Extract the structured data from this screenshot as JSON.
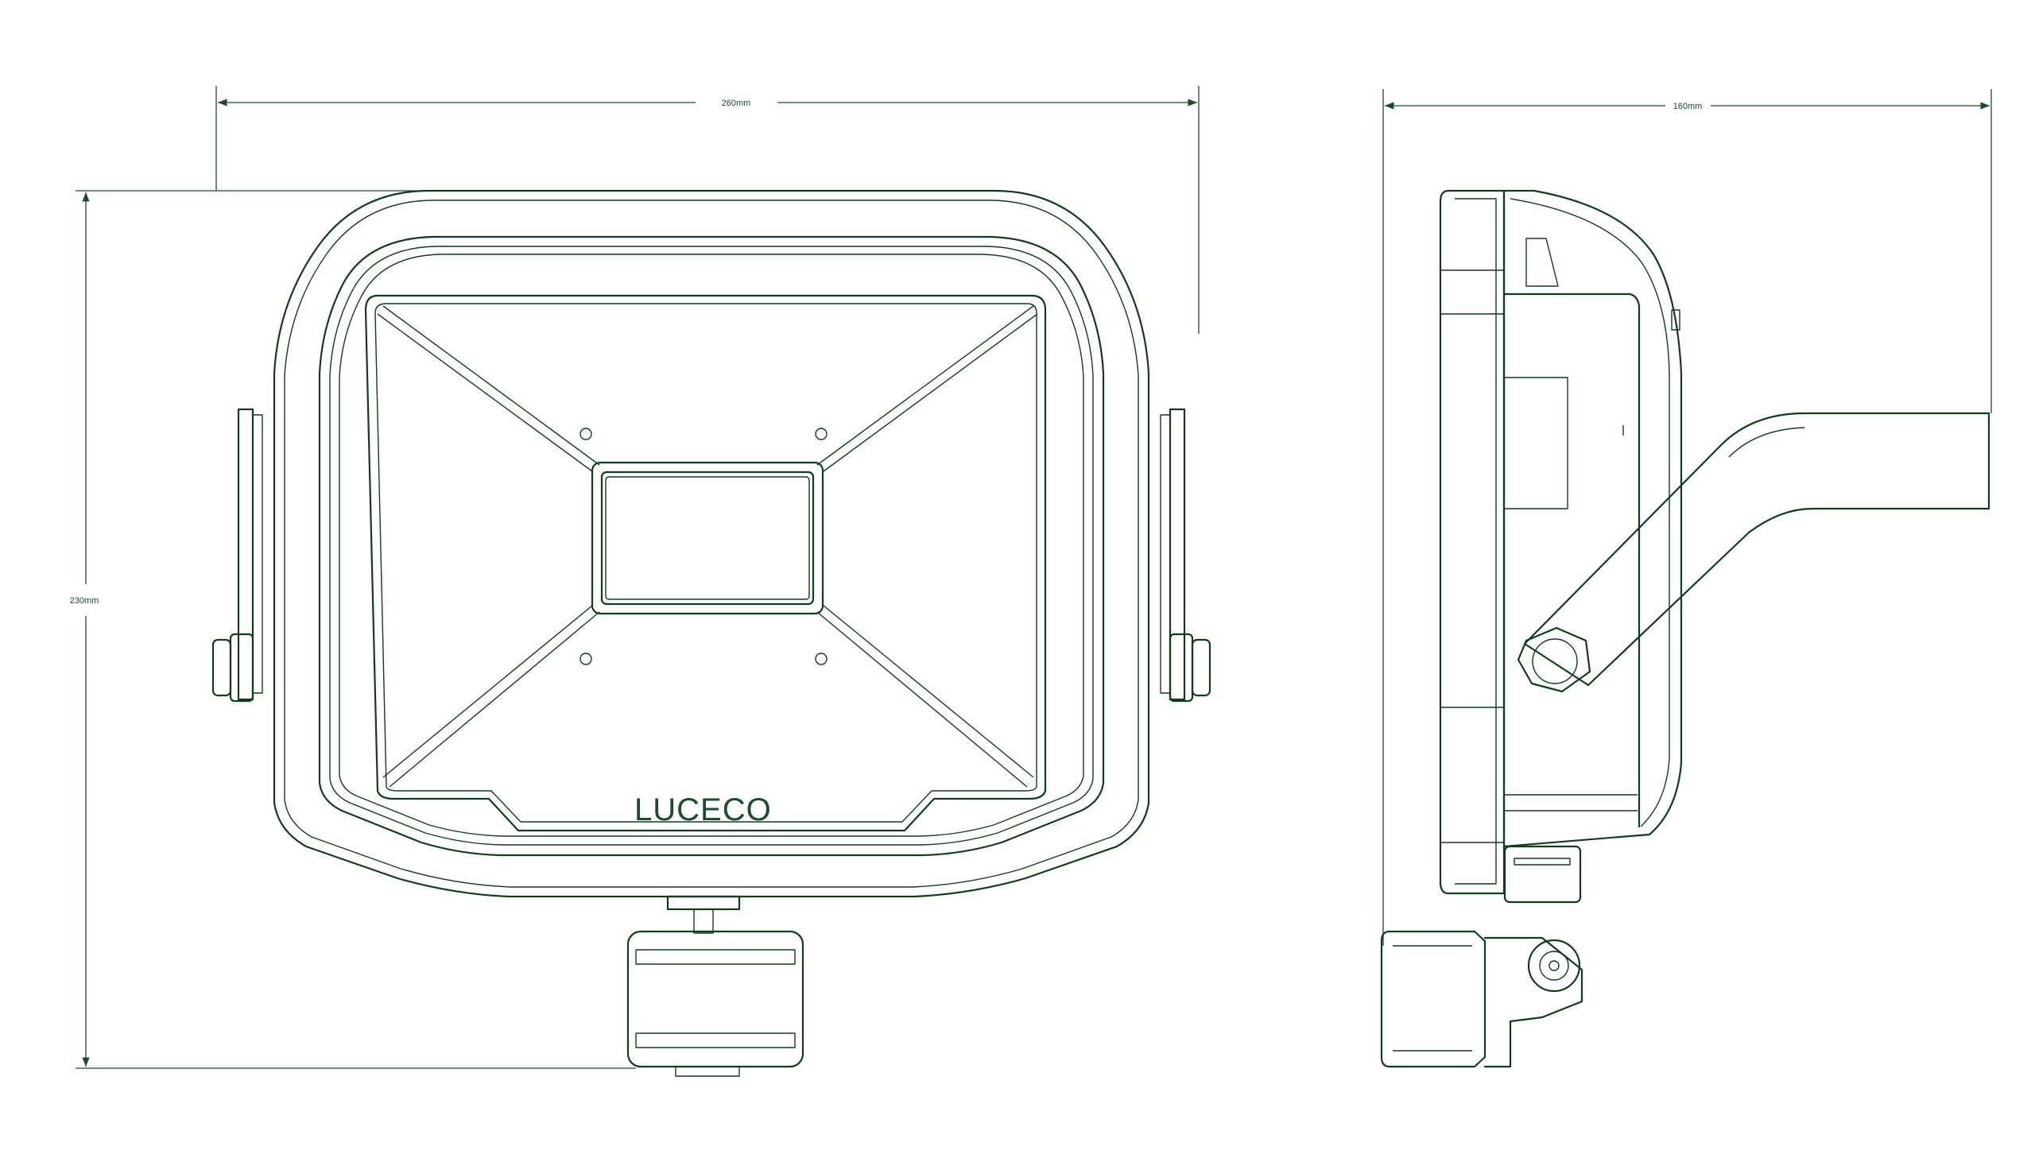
{
  "dimensions": {
    "front_width": "260mm",
    "front_height": "230mm",
    "side_depth": "160mm"
  },
  "brand": {
    "logo_text": "LUCECO"
  },
  "colors": {
    "line": "#0f3d1a",
    "dimension": "#1d4a28",
    "background": "#ffffff"
  }
}
